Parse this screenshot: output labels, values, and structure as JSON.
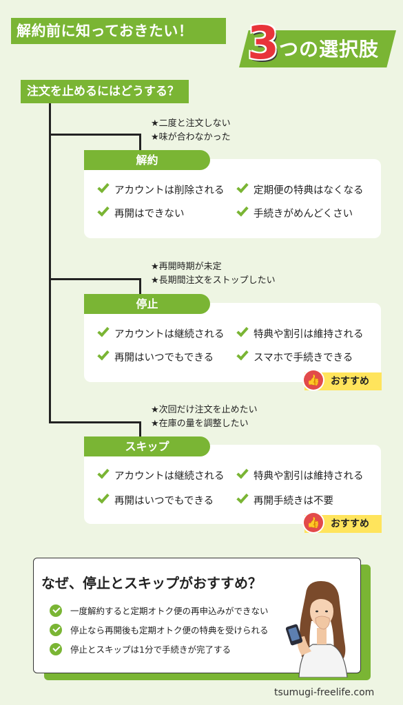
{
  "header": {
    "title": "解約前に知っておきたい！",
    "number": "3",
    "choices_label": "つの選択肢"
  },
  "question": "注文を止めるにはどうする？",
  "options": [
    {
      "label": "解約",
      "notes": [
        "★二度と注文しない",
        "★味が合わなかった"
      ],
      "left_items": [
        "アカウントは削除される",
        "再開はできない"
      ],
      "right_items": [
        "定期便の特典はなくなる",
        "手続きがめんどくさい"
      ],
      "recommended": ""
    },
    {
      "label": "停止",
      "notes": [
        "★再開時期が未定",
        "★長期間注文をストップしたい"
      ],
      "left_items": [
        "アカウントは継続される",
        "再開はいつでもできる"
      ],
      "right_items": [
        "特典や割引は維持される",
        "スマホで手続きできる"
      ],
      "recommended": "おすすめ"
    },
    {
      "label": "スキップ",
      "notes": [
        "★次回だけ注文を止めたい",
        "★在庫の量を調整したい"
      ],
      "left_items": [
        "アカウントは継続される",
        "再開はいつでもできる"
      ],
      "right_items": [
        "特典や割引は維持される",
        "再開手続きは不要"
      ],
      "recommended": "おすすめ"
    }
  ],
  "why": {
    "title": "なぜ、停止とスキップがおすすめ？",
    "points": [
      "一度解約すると定期オトク便の再申込みができない",
      "停止なら再開後も定期オトク便の特典を受けられる",
      "停止とスキップは1分で手続きが完了する"
    ]
  },
  "site": "tsumugi-freelife.com",
  "colors": {
    "accent": "#7ab534",
    "background": "#eef5e3",
    "highlight": "#ffe45c",
    "number": "#e8343a"
  }
}
